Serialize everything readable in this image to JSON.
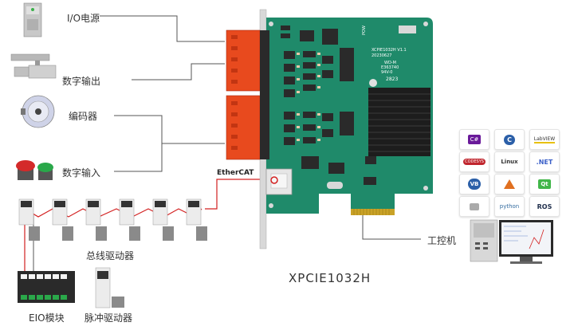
{
  "labels": {
    "io_power": "I/O电源",
    "digital_output": "数字输出",
    "encoder": "编码器",
    "digital_input": "数字输入",
    "bus_driver": "总线驱动器",
    "eio_module": "EIO模块",
    "pulse_driver": "脉冲驱动器",
    "ipc": "工控机",
    "ethercat": "EtherCAT",
    "product_name": "XPCIE1032H"
  },
  "board": {
    "model_text": "XCPIE1032H V1.1",
    "date_text": "20230627",
    "cert_1": "WD-M",
    "cert_2": "E363740",
    "cert_3": "94V-0",
    "year": "2823",
    "pow_label": "POW"
  },
  "languages": [
    {
      "name": "C#",
      "color": "#6a1a9a"
    },
    {
      "name": "C",
      "color": "#2b5fa8"
    },
    {
      "name": "LabVIEW",
      "color": "#e8c000"
    },
    {
      "name": "CODESYS",
      "color": "#c0262e"
    },
    {
      "name": "Linux",
      "color": "#333333"
    },
    {
      "name": ".NET",
      "color": "#3a5fc8"
    },
    {
      "name": "VB",
      "color": "#2b5fa8"
    },
    {
      "name": "MATLAB",
      "color": "#e07020"
    },
    {
      "name": "Qt",
      "color": "#41b649"
    },
    {
      "name": "printer",
      "color": "#888888"
    },
    {
      "name": "python",
      "color": "#356da0"
    },
    {
      "name": "ROS",
      "color": "#22314e"
    }
  ]
}
